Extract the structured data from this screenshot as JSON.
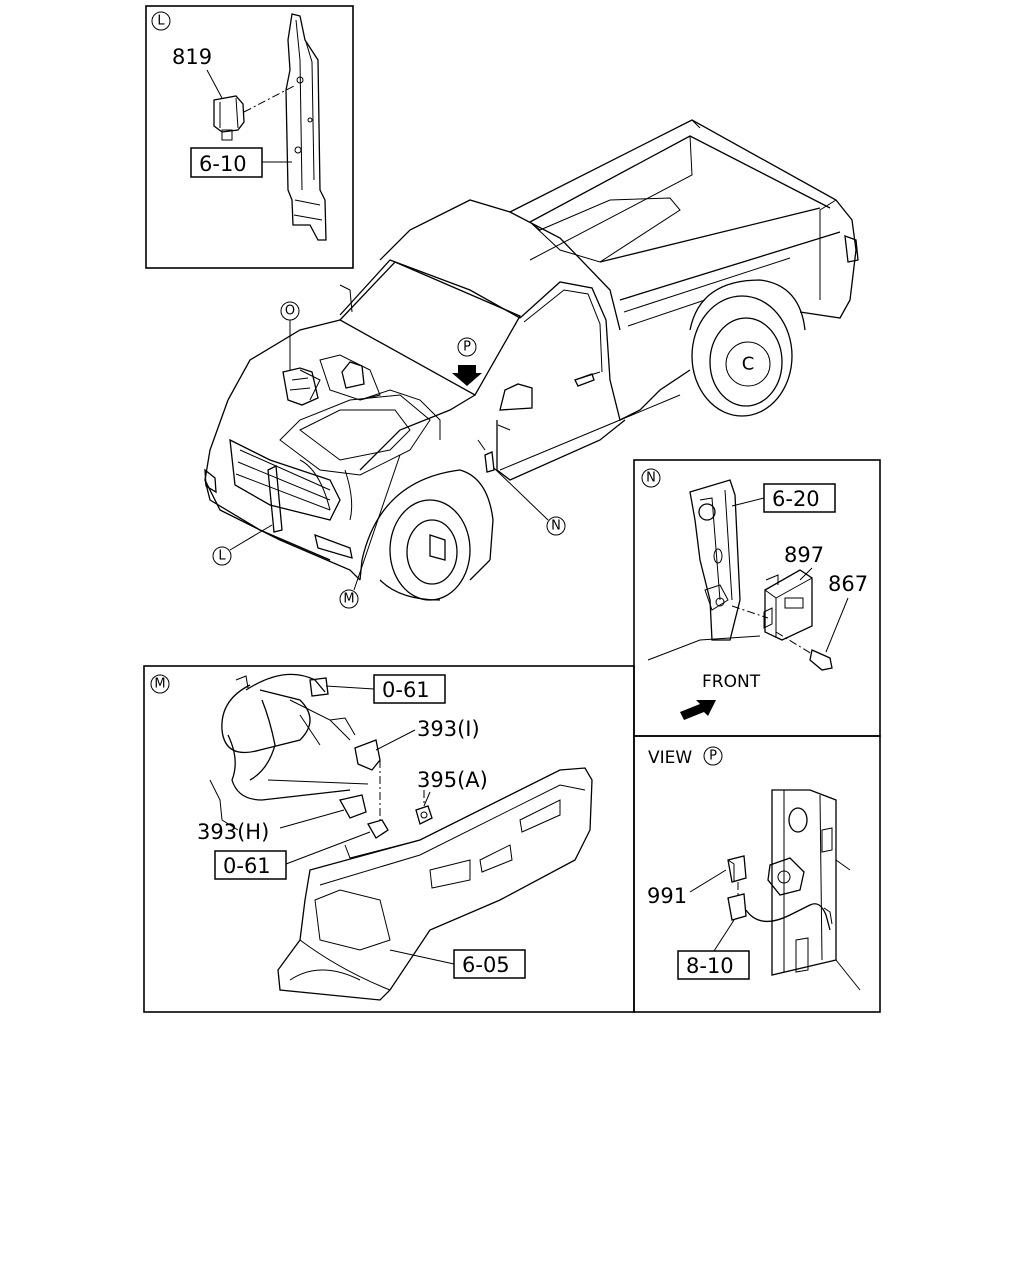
{
  "callouts": {
    "L": "L",
    "M": "M",
    "N": "N",
    "O": "O",
    "P": "P",
    "C": "C"
  },
  "panel_L": {
    "part_819": "819",
    "ref_6_10": "6-10"
  },
  "panel_M": {
    "ref_0_61_top": "0-61",
    "part_393I": "393(I)",
    "part_395A": "395(A)",
    "part_393H": "393(H)",
    "ref_0_61_bottom": "0-61",
    "ref_6_05": "6-05"
  },
  "panel_N": {
    "ref_6_20": "6-20",
    "part_897": "897",
    "part_867": "867",
    "front_label": "FRONT"
  },
  "panel_P": {
    "view_label": "VIEW",
    "part_991": "991",
    "ref_8_10": "8-10"
  }
}
